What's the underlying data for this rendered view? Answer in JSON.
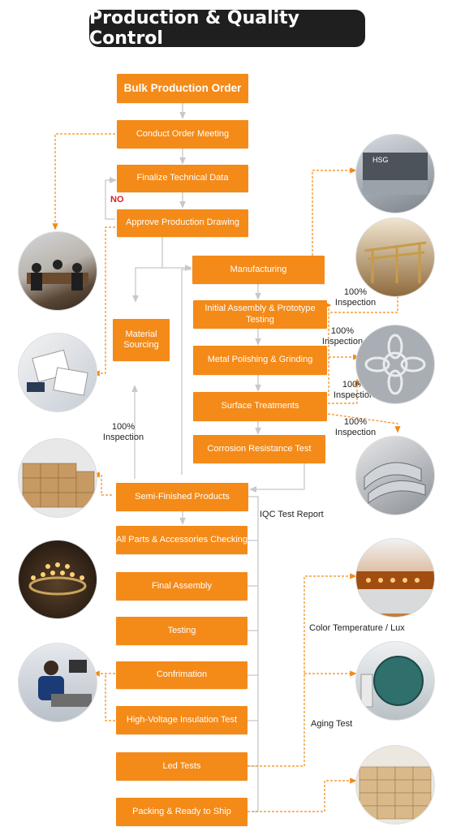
{
  "title": "Production & Quality Control",
  "steps": {
    "bulk_order": "Bulk Production Order",
    "order_meeting": "Conduct Order Meeting",
    "finalize_tech": "Finalize Technical Data",
    "approve_drawing": "Approve Production Drawing",
    "manufacturing": "Manufacturing",
    "initial_assembly": "Initial Assembly & Prototype Testing",
    "polishing": "Metal Polishing & Grinding",
    "surface": "Surface Treatments",
    "corrosion": "Corrosion Resistance Test",
    "material": "Material Sourcing",
    "semi_finished": "Semi-Finished Products",
    "parts_check": "All Parts & Accessories Checking",
    "final_assembly": "Final Assembly",
    "testing": "Testing",
    "confirmation": "Confrimation",
    "hv_test": "High-Voltage Insulation Test",
    "led_tests": "Led Tests",
    "packing": "Packing & Ready to Ship"
  },
  "labels": {
    "no": "NO",
    "inspection_1": "100%\nInspection",
    "inspection_2": "100%\nInspection",
    "inspection_3": "100%\nInspection",
    "inspection_4": "100%\nInspection",
    "inspection_5": "100%\nInspection",
    "iqc": "IQC Test Report",
    "color_temp": "Color Temperature / Lux",
    "aging": "Aging Test"
  },
  "colors": {
    "accent": "#f48a18",
    "title_bg": "#1f1f1f",
    "line_gray": "#c8c8c8",
    "no_red": "#e02020"
  }
}
